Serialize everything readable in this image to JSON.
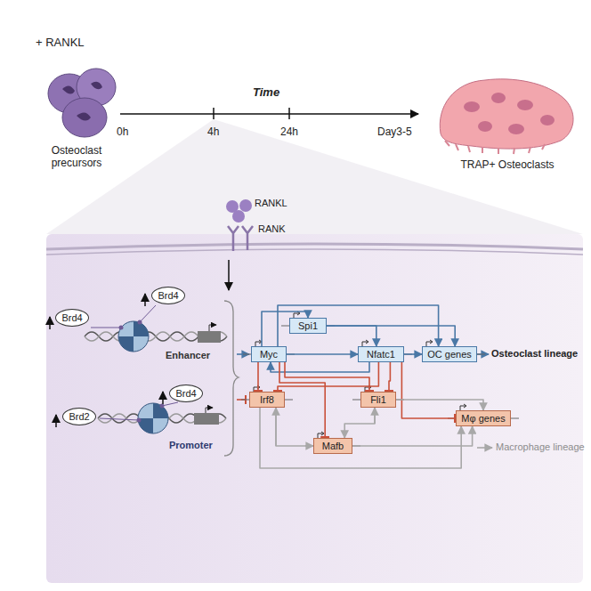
{
  "diagram": {
    "nodes": [
      {
        "text": [
          "Brd4"
        ]
      },
      {
        "text": [
          "Brd4"
        ]
      },
      {
        "text": [
          "Brd4"
        ]
      },
      {
        "text": [
          "Brd2"
        ]
      },
      {
        "text": [
          "Spi1"
        ]
      },
      {
        "text": [
          "Myc"
        ]
      },
      {
        "text": [
          "Nfatc1"
        ]
      },
      {
        "text": [
          "OC genes"
        ]
      },
      {
        "text": [
          "Irf8"
        ]
      },
      {
        "text": [
          "Fli1"
        ]
      },
      {
        "text": [
          "Mafb"
        ]
      },
      {
        "text": [
          "Mφ genes"
        ]
      }
    ],
    "edges": [
      {
        "from": 5,
        "to": 4,
        "arrow": "to"
      },
      {
        "from": 5,
        "to": 7,
        "arrow": "to"
      },
      {
        "from": 5,
        "to": 6,
        "arrow": "to"
      },
      {
        "from": 6,
        "to": 5,
        "arrow": "to"
      },
      {
        "from": 4,
        "to": 6,
        "arrow": "to"
      },
      {
        "from": 4,
        "to": 7,
        "arrow": "to"
      },
      {
        "from": 6,
        "to": 7,
        "arrow": "to"
      },
      {
        "from": 5,
        "to": 8,
        "arrow": "to"
      },
      {
        "from": 5,
        "to": 10,
        "arrow": "to"
      },
      {
        "from": 5,
        "to": 9,
        "arrow": "to"
      },
      {
        "from": 6,
        "to": 8,
        "arrow": "to"
      },
      {
        "from": 6,
        "to": 9,
        "arrow": "to"
      },
      {
        "from": 6,
        "to": 11,
        "arrow": "to"
      },
      {
        "from": 8,
        "to": 11,
        "arrow": "to"
      },
      {
        "from": 9,
        "to": 11,
        "arrow": "to"
      },
      {
        "from": 10,
        "to": 11,
        "arrow": "to"
      },
      {
        "from": 8,
        "to": 10,
        "arrow": "both"
      },
      {
        "from": 9,
        "to": 10,
        "arrow": "both"
      }
    ],
    "labels": [
      "+ RANKL",
      "Osteoclast precursors",
      "Time",
      "0h",
      "4h",
      "24h",
      "Day3-5",
      "TRAP+ Osteoclasts",
      "RANKL",
      "RANK",
      "Enhancer",
      "Promoter",
      "Osteoclast lineage",
      "Macrophage lineage"
    ]
  }
}
